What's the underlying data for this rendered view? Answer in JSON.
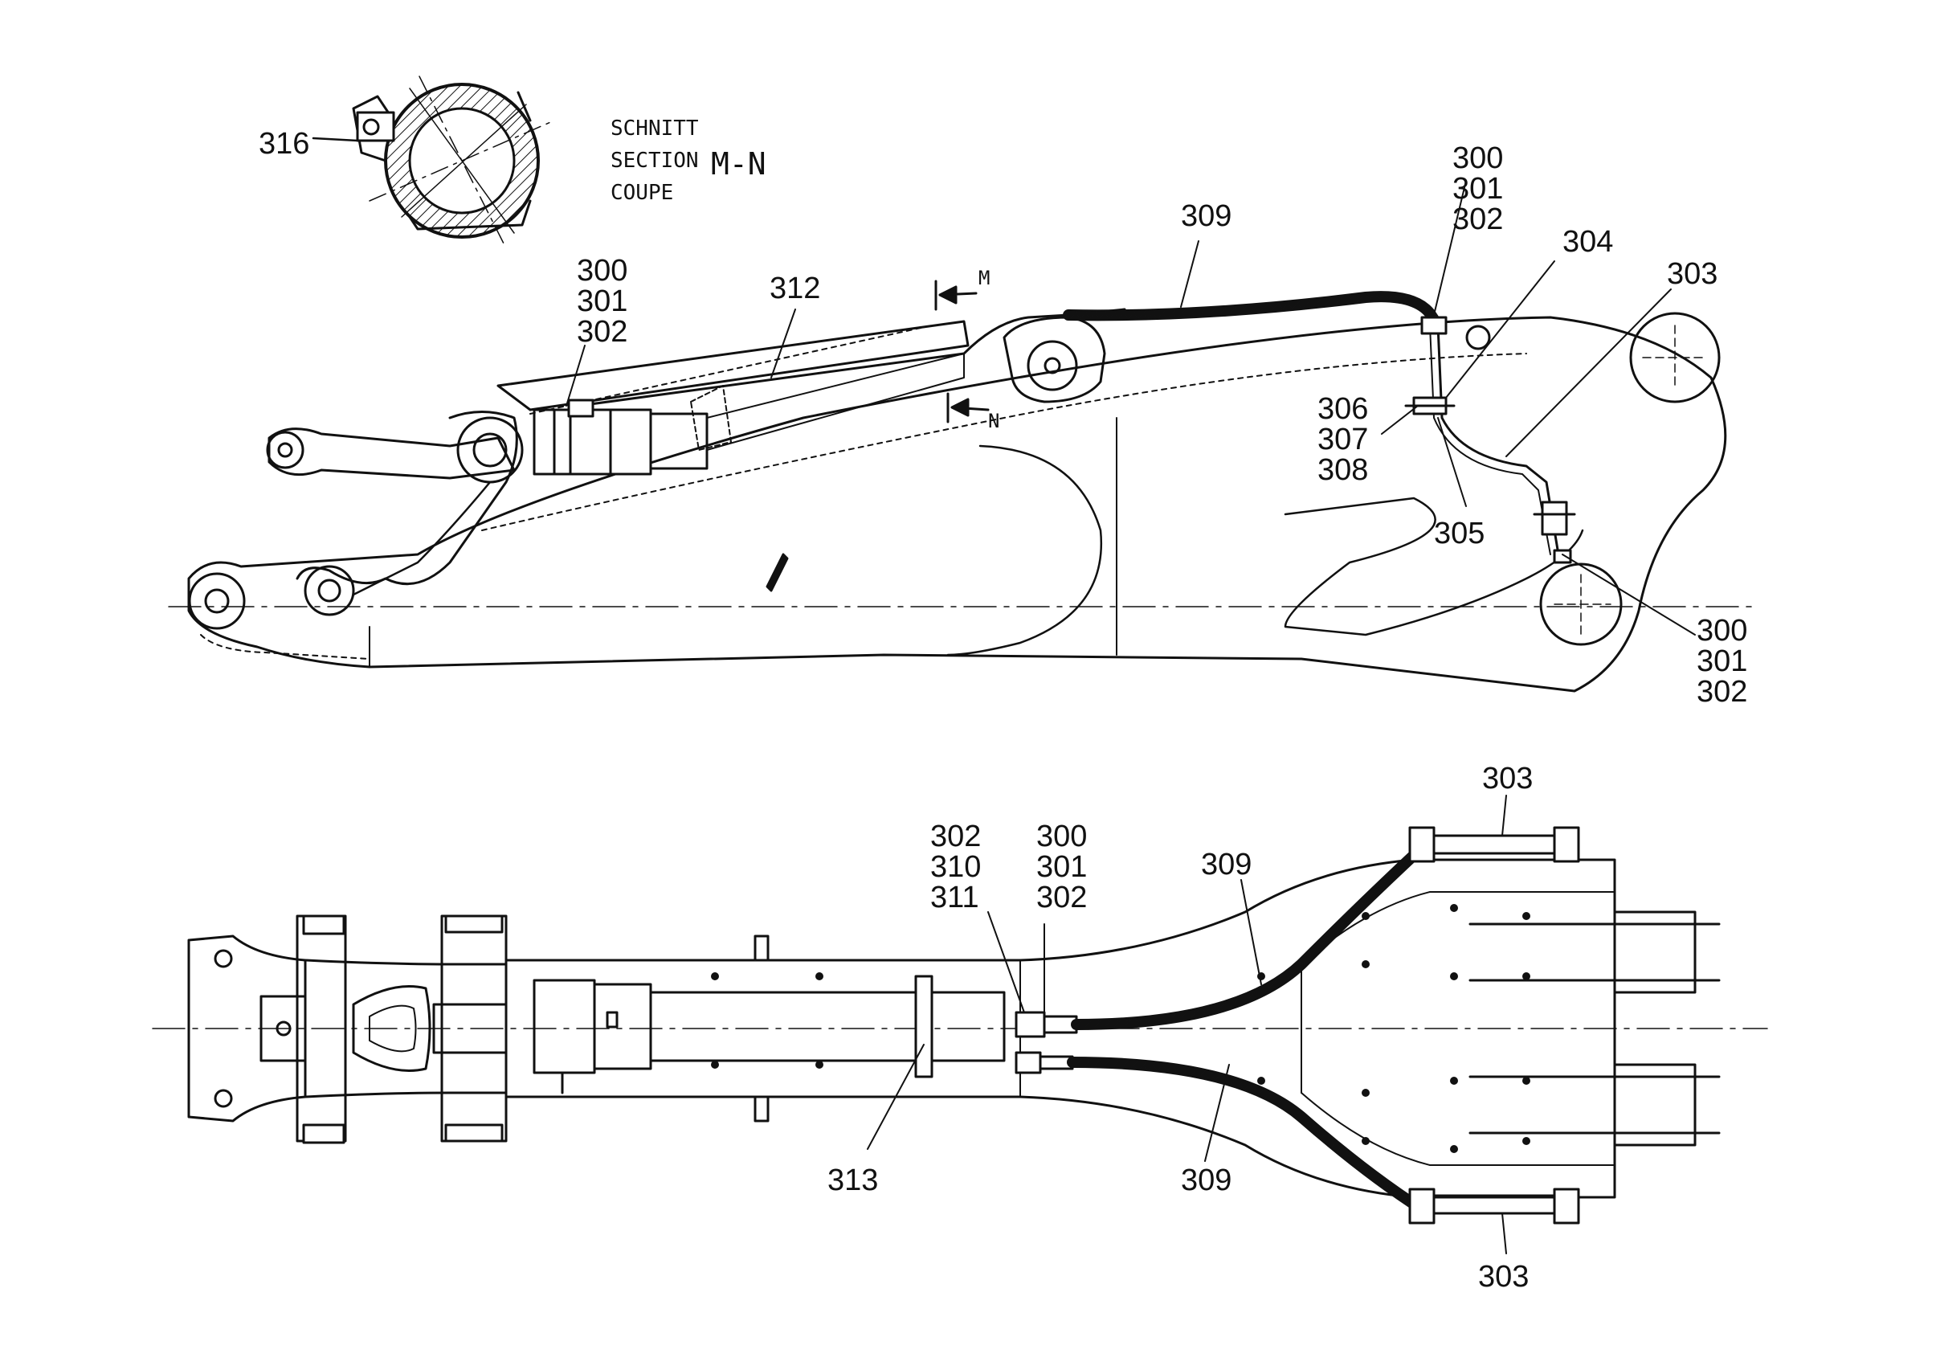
{
  "section": {
    "lines": [
      "SCHNITT",
      "SECTION",
      "COUPE"
    ],
    "name": "M-N",
    "cut_marks": [
      "M",
      "N"
    ]
  },
  "side_view": {
    "labels": {
      "s316": "316",
      "s312": "312",
      "s309": "309",
      "s304": "304",
      "s303": "303",
      "s305": "305",
      "stack_left": [
        "300",
        "301",
        "302"
      ],
      "stack_top": [
        "300",
        "301",
        "302"
      ],
      "stack_mid": [
        "306",
        "307",
        "308"
      ],
      "stack_right": [
        "300",
        "301",
        "302"
      ]
    }
  },
  "top_view": {
    "labels": {
      "s303_top": "303",
      "s303_bottom": "303",
      "s309_top": "309",
      "s309_bottom": "309",
      "s313": "313",
      "stack_a": [
        "302",
        "310",
        "311"
      ],
      "stack_b": [
        "300",
        "301",
        "302"
      ]
    }
  },
  "colors": {
    "ink": "#111111",
    "paper": "#ffffff"
  }
}
